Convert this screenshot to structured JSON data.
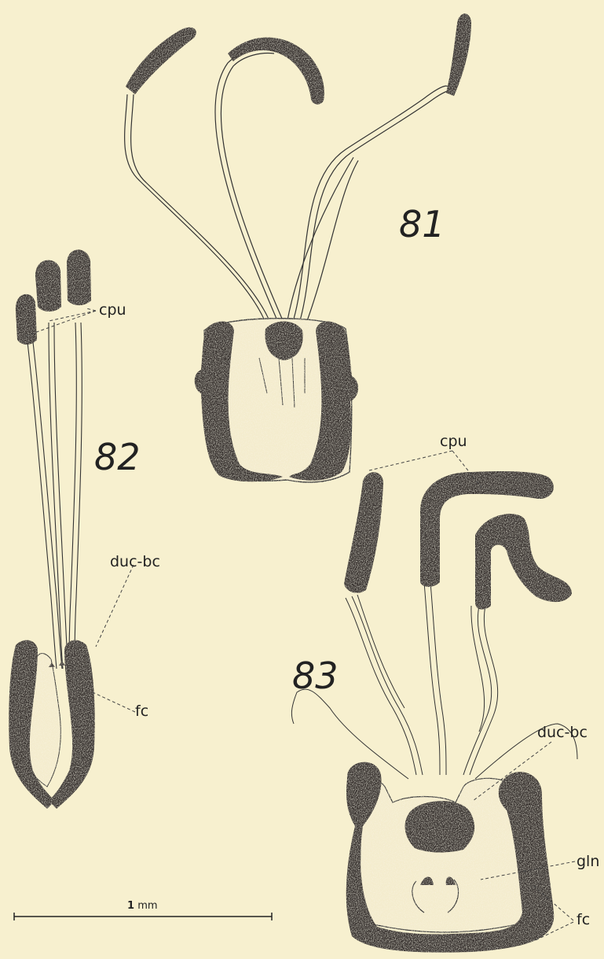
{
  "figures": {
    "fig81": "81",
    "fig82": "82",
    "fig83": "83"
  },
  "labels": {
    "cpu_82": "cpu",
    "duc_bc_82": "duc-bc",
    "fc_82": "fc",
    "cpu_83": "cpu",
    "duc_bc_83": "duc-bc",
    "gln_83": "gln",
    "fc_83": "fc"
  },
  "scale_bar": {
    "value": "1",
    "unit": "mm"
  },
  "colors": {
    "paper": "#f7f0cf",
    "ink": "#222222",
    "sclerite": "#3a3530"
  }
}
